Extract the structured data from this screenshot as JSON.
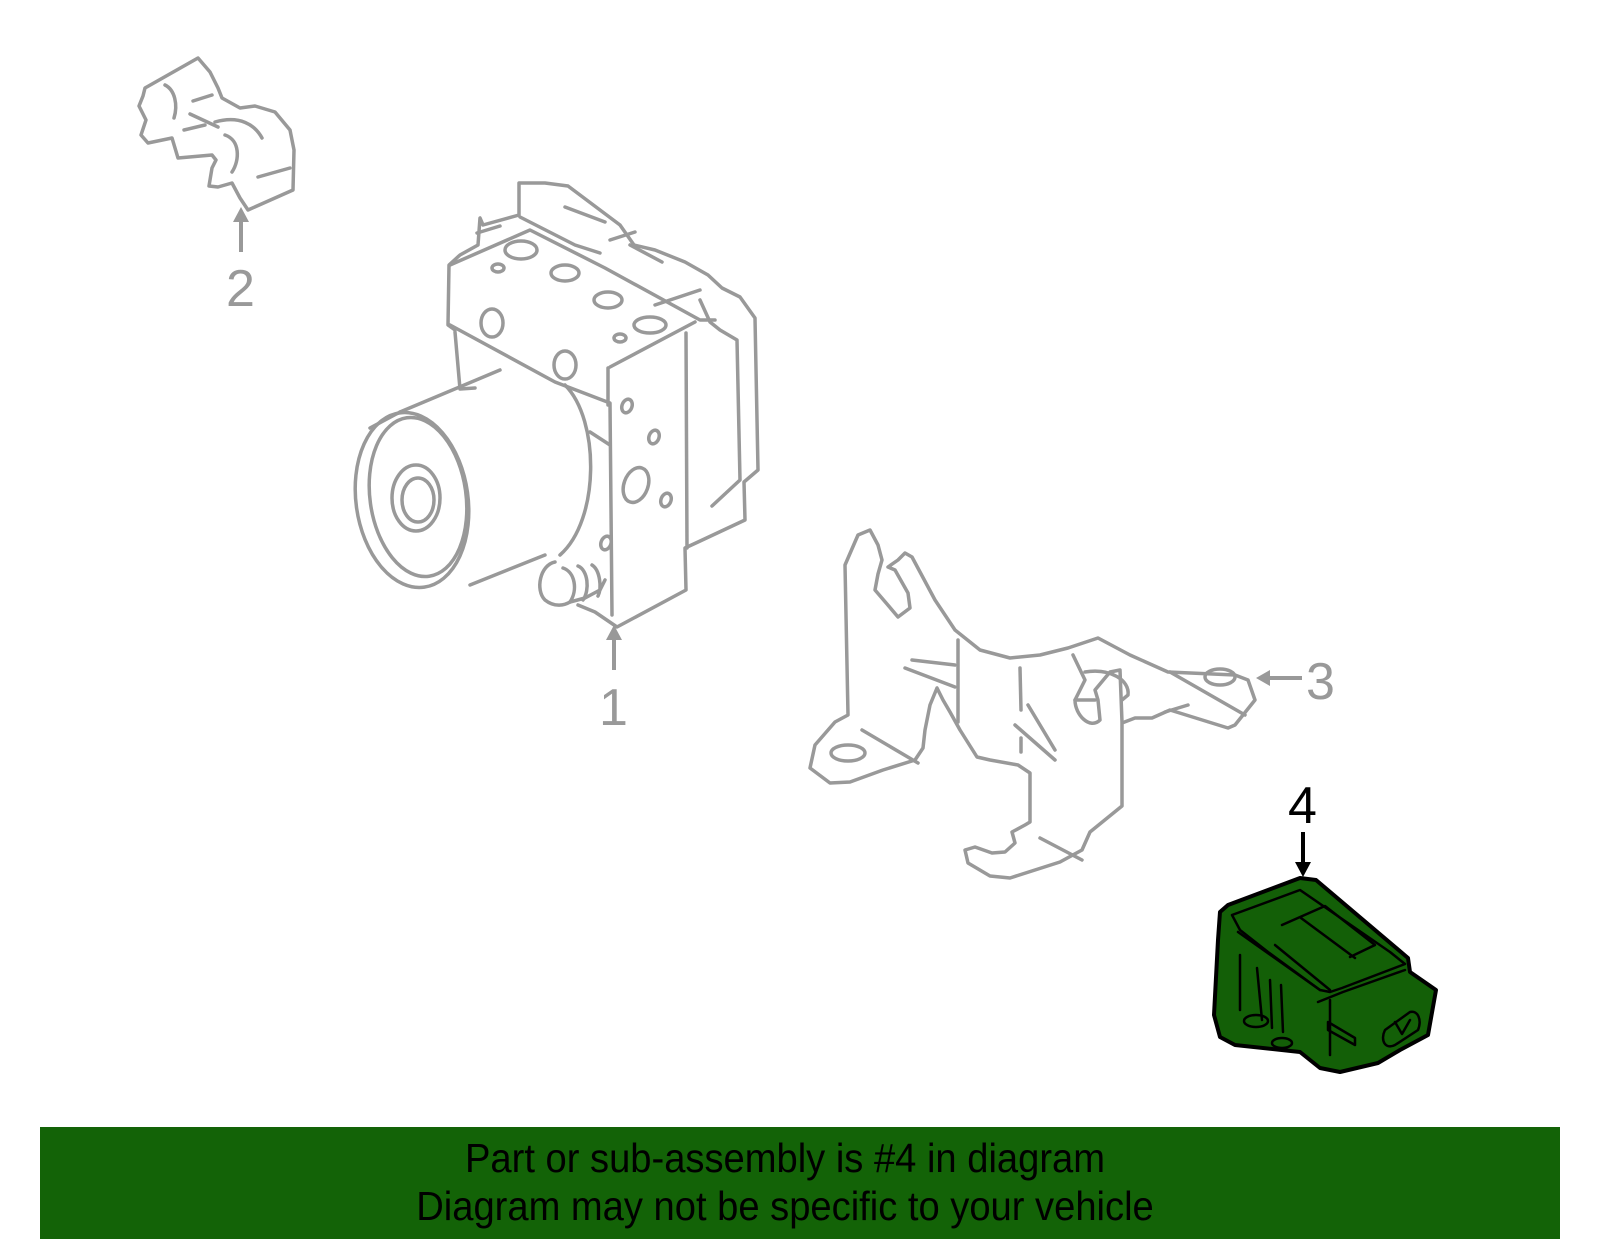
{
  "diagram": {
    "parts": [
      {
        "id": "1",
        "label": "1",
        "name": "ABS hydraulic modulator unit",
        "highlighted": false
      },
      {
        "id": "2",
        "label": "2",
        "name": "Bracket clip",
        "highlighted": false
      },
      {
        "id": "3",
        "label": "3",
        "name": "Mounting bracket",
        "highlighted": false
      },
      {
        "id": "4",
        "label": "4",
        "name": "Yaw rate sensor",
        "highlighted": true
      }
    ],
    "colors": {
      "line_gray": "#999999",
      "highlight_fill": "#135f07",
      "highlight_outline": "#000000",
      "banner_bg": "#136307"
    }
  },
  "banner": {
    "line1": "Part or sub-assembly is #4 in diagram",
    "line2": "Diagram may not be specific to your vehicle"
  }
}
